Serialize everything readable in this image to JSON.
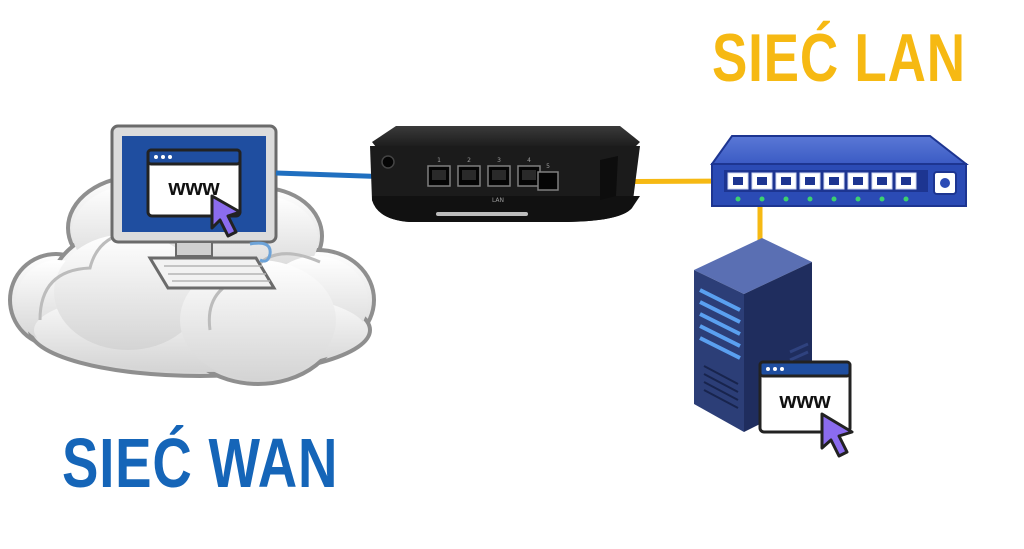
{
  "diagram": {
    "lan_label": "SIEĆ LAN",
    "wan_label": "SIEĆ WAN",
    "browser_text": "www",
    "router_port_numbers": [
      "1",
      "2",
      "3",
      "4",
      "5"
    ],
    "router_lan_label": "LAN",
    "colors": {
      "lan": "#F6B913",
      "wan": "#1565B8",
      "cable_wan": "#1F6FC0",
      "cable_lan": "#F6B913",
      "switch_body": "#2B4BB5",
      "server_body": "#2C3E77",
      "router_body": "#1a1a1a",
      "cursor": "#8B6CEF",
      "port_led": "#3BD16F"
    }
  }
}
